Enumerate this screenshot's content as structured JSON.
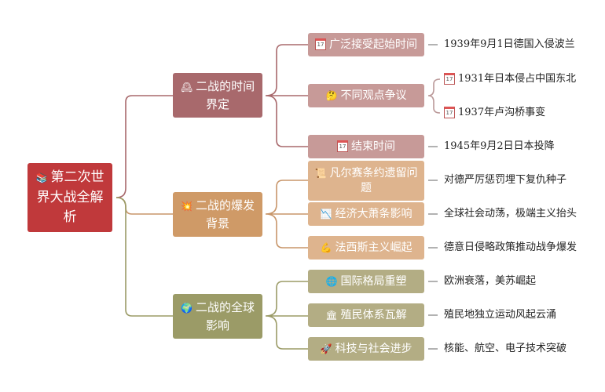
{
  "root": {
    "icon": "books-icon",
    "label": "第二次世界大战全解析",
    "color": "#c0393b"
  },
  "branches": [
    {
      "icon": "clock-icon",
      "label": "二战的时间界定",
      "color": "#a8696c",
      "leaf_color": "#c79a98",
      "children": [
        {
          "icon": "calendar-icon",
          "label": "广泛接受起始时间",
          "detail": "1939年9月1日德国入侵波兰"
        },
        {
          "icon": "thinking-face-icon",
          "label": "不同观点争议",
          "details": [
            {
              "icon": "calendar-icon",
              "text": "1931年日本侵占中国东北"
            },
            {
              "icon": "calendar-icon",
              "text": "1937年卢沟桥事变"
            }
          ]
        },
        {
          "icon": "calendar-icon",
          "label": "结束时间",
          "detail": "1945年9月2日日本投降"
        }
      ]
    },
    {
      "icon": "explosion-icon",
      "label": "二战的爆发背景",
      "color": "#cf9a67",
      "leaf_color": "#deb48e",
      "children": [
        {
          "icon": "scroll-icon",
          "label": "凡尔赛条约遗留问题",
          "detail": "对德严厉惩罚埋下复仇种子"
        },
        {
          "icon": "chart-down-icon",
          "label": "经济大萧条影响",
          "detail": "全球社会动荡，极端主义抬头"
        },
        {
          "icon": "flexed-arm-icon",
          "label": "法西斯主义崛起",
          "detail": "德意日侵略政策推动战争爆发"
        }
      ]
    },
    {
      "icon": "globe-icon",
      "label": "二战的全球影响",
      "color": "#9b9b67",
      "leaf_color": "#b3ad84",
      "children": [
        {
          "icon": "globe-grid-icon",
          "label": "国际格局重塑",
          "detail": "欧洲衰落，美苏崛起"
        },
        {
          "icon": "classical-building-icon",
          "label": "殖民体系瓦解",
          "detail": "殖民地独立运动风起云涌"
        },
        {
          "icon": "rocket-icon",
          "label": "科技与社会进步",
          "detail": "核能、航空、电子技术突破"
        }
      ]
    }
  ],
  "calendar_day": "17"
}
